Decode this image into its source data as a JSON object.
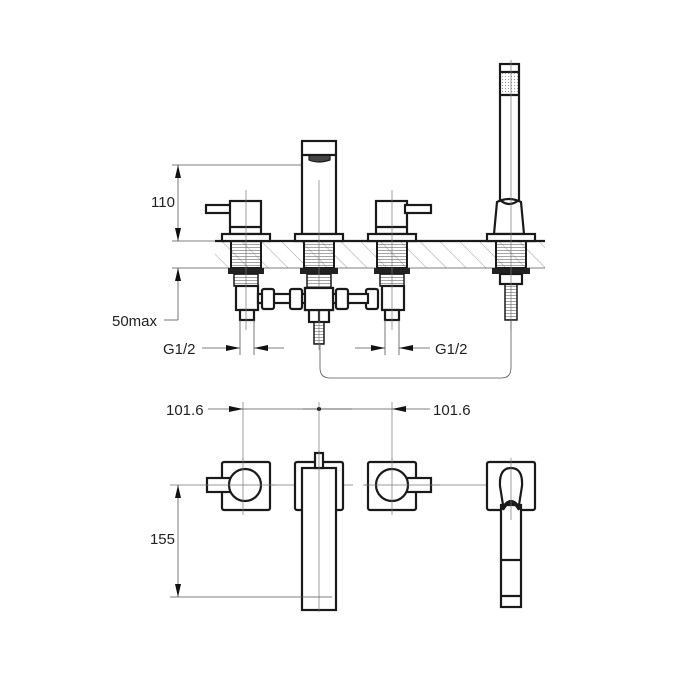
{
  "drawing": {
    "subject": "4-hole deck-mounted bath mixer with handshower",
    "views": [
      "side-elevation",
      "top-plan"
    ],
    "colors": {
      "line": "#1a1a1a",
      "dimension": "#555555",
      "background": "#ffffff"
    }
  },
  "dimensions": {
    "height_above_deck": "110",
    "deck_thickness_max": "50max",
    "inlet_left": "G1/2",
    "inlet_right": "G1/2",
    "spacing_left": "101.6",
    "spacing_right": "101.6",
    "spout_projection": "155"
  },
  "components": [
    {
      "name": "left-valve-handle",
      "view": "both"
    },
    {
      "name": "spout",
      "view": "both"
    },
    {
      "name": "right-valve-handle",
      "view": "both"
    },
    {
      "name": "handshower",
      "view": "both"
    }
  ]
}
